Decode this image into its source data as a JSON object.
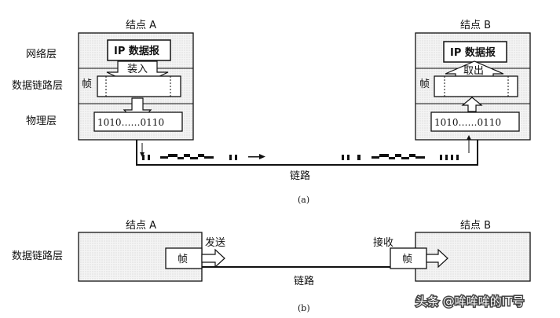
{
  "diagram_a": {
    "node_a": "结点 A",
    "node_b": "结点 B",
    "layers": {
      "network": "网络层",
      "datalink": "数据链路层",
      "physical": "物理层"
    },
    "ip_packet": "IP 数据报",
    "encapsulate": "装入",
    "extract": "取出",
    "frame": "帧",
    "bits": "1010……0110",
    "link": "链路",
    "caption": "(a)"
  },
  "diagram_b": {
    "node_a": "结点 A",
    "node_b": "结点 B",
    "layer": "数据链路层",
    "frame": "帧",
    "send": "发送",
    "receive": "接收",
    "link": "链路",
    "caption": "(b)"
  },
  "watermark": "头条 @哞哞哞的IT号"
}
